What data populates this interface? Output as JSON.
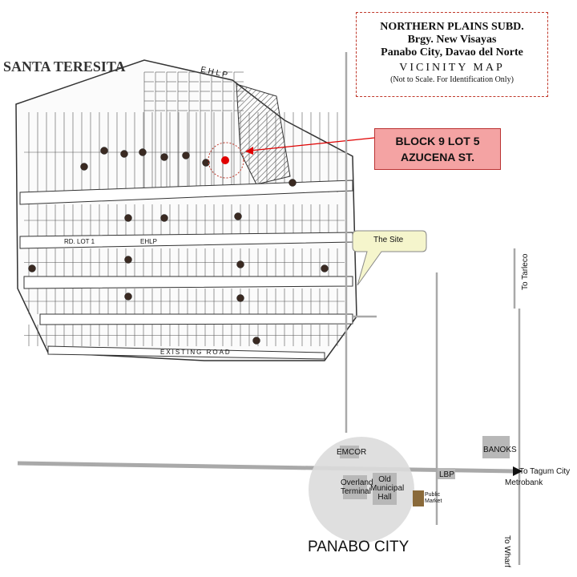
{
  "title": {
    "line1": "NORTHERN PLAINS SUBD.",
    "line2": "Brgy. New Visayas",
    "line3": "Panabo City, Davao del Norte",
    "line4": "VICINITY MAP",
    "line5": "(Not to Scale. For Identification Only)"
  },
  "callout": {
    "line1": "BLOCK 9  LOT 5",
    "line2": "AZUCENA ST."
  },
  "site_label": "The Site",
  "landmarks": {
    "emcor": "EMCOR",
    "overland1": "Overland",
    "overland2": "Terminal",
    "old1": "Old",
    "old2": "Municipal",
    "old3": "Hall",
    "lbp": "LBP",
    "banoks": "BANOKS",
    "metrobank": "Metrobank",
    "public1": "Public",
    "public2": "Market"
  },
  "directions": {
    "tagum": "To Tagum City",
    "tarleco": "To Tarleco",
    "wharf": "To Wharf"
  },
  "plan_labels": {
    "road_top": "E H L P",
    "rd_lot1": "RD. LOT 1",
    "ehlp": "EHLP",
    "existing_road": "EXISTING ROAD",
    "stamp": "SANTA TERESITA"
  },
  "city_label": "PANABO CITY",
  "colors": {
    "callout_fill": "#f4a3a3",
    "dashed_border": "#c0392b",
    "site_marker": "#e00000",
    "road": "#a9a9a9",
    "landmark": "#b8b8b8",
    "city_circle": "#dcdcdc"
  }
}
